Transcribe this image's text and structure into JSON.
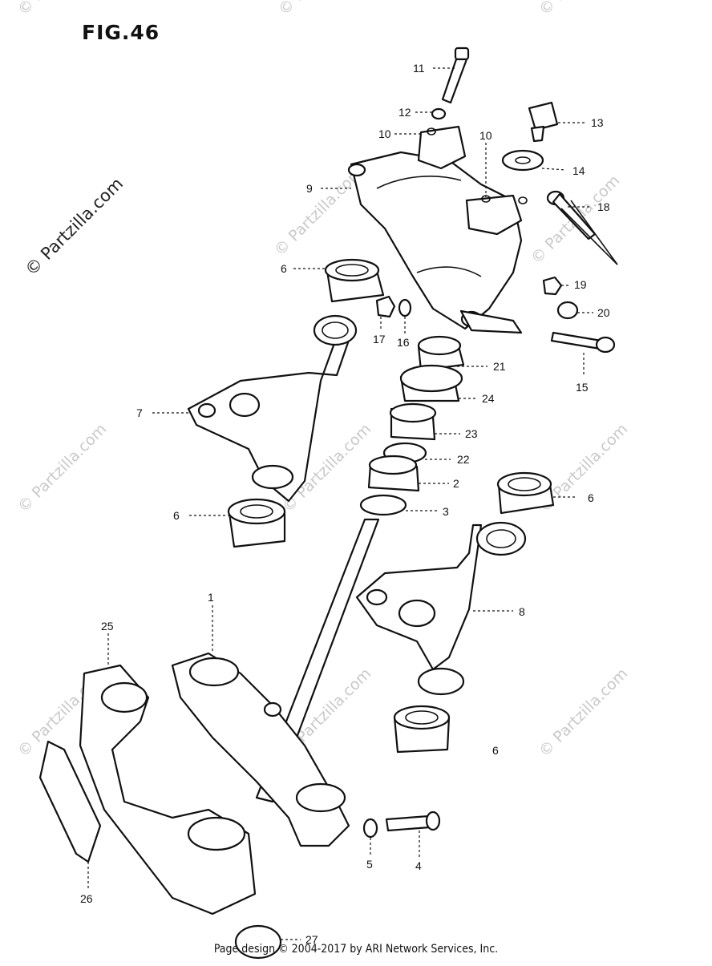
{
  "figure": {
    "title": "FIG.46"
  },
  "watermark": {
    "text": "© Partzilla.com"
  },
  "footer": {
    "text": "Page design © 2004-2017 by ARI Network Services, Inc."
  },
  "callouts": [
    {
      "id": "c11",
      "label": "11"
    },
    {
      "id": "c12",
      "label": "12"
    },
    {
      "id": "c13",
      "label": "13"
    },
    {
      "id": "c10a",
      "label": "10"
    },
    {
      "id": "c10b",
      "label": "10"
    },
    {
      "id": "c14",
      "label": "14"
    },
    {
      "id": "c9",
      "label": "9"
    },
    {
      "id": "c18",
      "label": "18"
    },
    {
      "id": "c6a",
      "label": "6"
    },
    {
      "id": "c19",
      "label": "19"
    },
    {
      "id": "c20",
      "label": "20"
    },
    {
      "id": "c17",
      "label": "17"
    },
    {
      "id": "c16",
      "label": "16"
    },
    {
      "id": "c15",
      "label": "15"
    },
    {
      "id": "c21",
      "label": "21"
    },
    {
      "id": "c24",
      "label": "24"
    },
    {
      "id": "c7",
      "label": "7"
    },
    {
      "id": "c23",
      "label": "23"
    },
    {
      "id": "c22",
      "label": "22"
    },
    {
      "id": "c2",
      "label": "2"
    },
    {
      "id": "c6b",
      "label": "6"
    },
    {
      "id": "c6c",
      "label": "6"
    },
    {
      "id": "c3",
      "label": "3"
    },
    {
      "id": "c8",
      "label": "8"
    },
    {
      "id": "c1",
      "label": "1"
    },
    {
      "id": "c25",
      "label": "25"
    },
    {
      "id": "c6d",
      "label": "6"
    },
    {
      "id": "c5",
      "label": "5"
    },
    {
      "id": "c4",
      "label": "4"
    },
    {
      "id": "c26",
      "label": "26"
    },
    {
      "id": "c27",
      "label": "27"
    }
  ]
}
